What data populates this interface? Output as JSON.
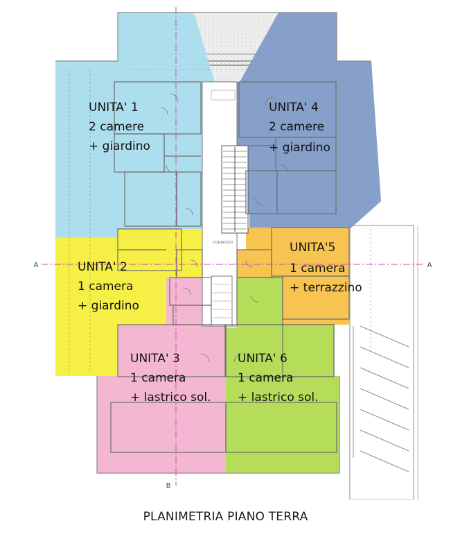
{
  "caption": "PLANIMETRIA PIANO TERRA",
  "section_markers": {
    "a_left": "A",
    "a_right": "A",
    "b_bottom": "B"
  },
  "corridor_label": "CORRIDOIO",
  "units": [
    {
      "key": "unit1",
      "title": "UNITA' 1",
      "line1": "2 camere",
      "line2": "+ giardino",
      "color": "#a9dcec"
    },
    {
      "key": "unit4",
      "title": "UNITA' 4",
      "line1": "2 camere",
      "line2": "+ giardino",
      "color": "#7f9bc7"
    },
    {
      "key": "unit2",
      "title": "UNITA' 2",
      "line1": "1 camera",
      "line2": "+ giardino",
      "color": "#f6ee3f"
    },
    {
      "key": "unit5",
      "title": "UNITA'5",
      "line1": "1 camera",
      "line2": "+ terrazzino",
      "color": "#f7c24b"
    },
    {
      "key": "unit3",
      "title": "UNITA' 3",
      "line1": "1 camera",
      "line2": "+ lastrico sol.",
      "color": "#f4b5cf"
    },
    {
      "key": "unit6",
      "title": "UNITA' 6",
      "line1": "1 camera",
      "line2": "+ lastrico sol.",
      "color": "#b3dc55"
    }
  ]
}
